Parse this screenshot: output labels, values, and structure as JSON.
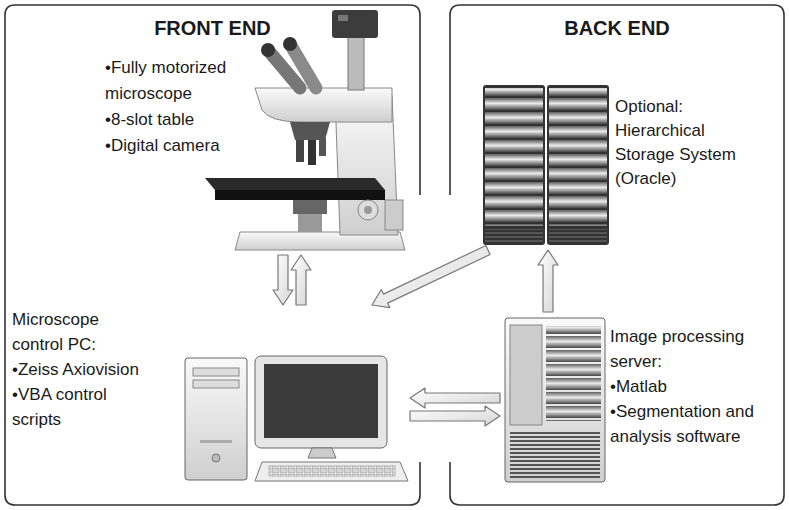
{
  "diagram": {
    "nodes": [
      {
        "text": [
          "FRONT END"
        ]
      },
      {
        "text": [
          "BACK END"
        ]
      },
      {
        "text": [
          "•Fully motorized microscope",
          "•8-slot table",
          "•Digital camera"
        ],
        "in": 0
      },
      {
        "text": [
          "Optional:",
          "Hierarchical Storage System (Oracle)"
        ],
        "in": 1
      },
      {
        "text": [
          "Microscope control PC:",
          "•Zeiss Axiovision",
          "•VBA control scripts"
        ],
        "in": 0
      },
      {
        "text": [
          "Image processing server:",
          "•Matlab",
          "•Segmentation and analysis software"
        ],
        "in": 1
      }
    ],
    "edges": [
      {
        "from": 2,
        "to": 4,
        "arrow": "to"
      },
      {
        "from": 4,
        "to": 2,
        "arrow": "to"
      },
      {
        "from": 3,
        "to": 4,
        "arrow": "to"
      },
      {
        "from": 5,
        "to": 4,
        "arrow": "to"
      },
      {
        "from": 4,
        "to": 5,
        "arrow": "to"
      },
      {
        "from": 5,
        "to": 3,
        "arrow": "to"
      }
    ]
  }
}
